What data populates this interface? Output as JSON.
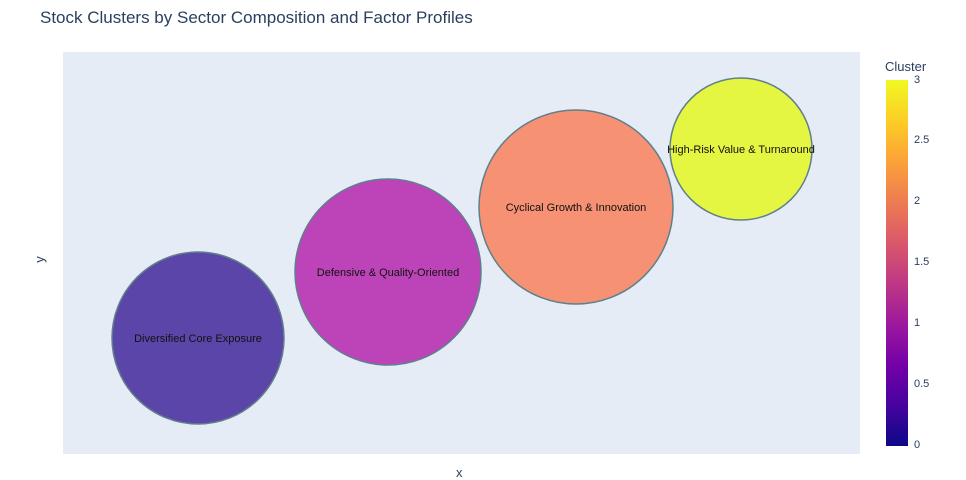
{
  "chart_data": {
    "type": "scatter",
    "title": "Stock Clusters by Sector Composition and Factor Profiles",
    "xlabel": "x",
    "ylabel": "y",
    "points": [
      {
        "label": "Diversified Core Exposure",
        "x": 0,
        "y": 0,
        "cluster": 0,
        "color": "#5c45a8"
      },
      {
        "label": "Defensive & Quality-Oriented",
        "x": 1,
        "y": 1,
        "cluster": 1,
        "color": "#bd44b8"
      },
      {
        "label": "Cyclical Growth & Innovation",
        "x": 2,
        "y": 2,
        "cluster": 2,
        "color": "#f79173"
      },
      {
        "label": "High-Risk Value & Turnaround",
        "x": 3,
        "y": 3,
        "cluster": 3,
        "color": "#e4f542"
      }
    ],
    "colorbar": {
      "title": "Cluster",
      "ticks": [
        "3",
        "2.5",
        "2",
        "1.5",
        "1",
        "0.5",
        "0"
      ],
      "range": [
        0,
        3
      ]
    },
    "grid": false
  }
}
